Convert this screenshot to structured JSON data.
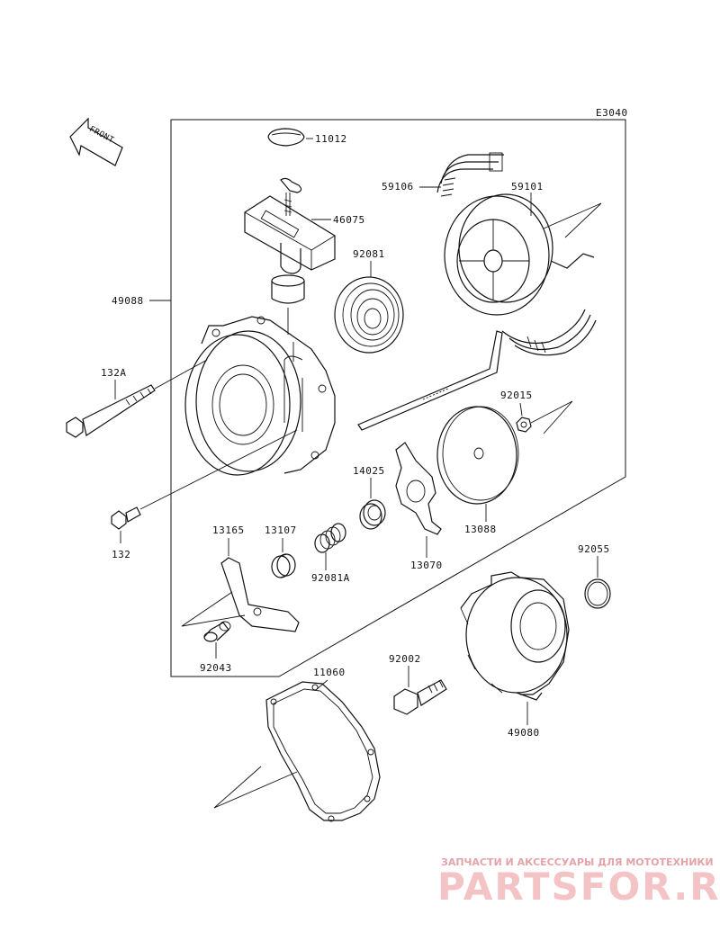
{
  "diagram_code": "E3040",
  "front_arrow_label": "FRONT",
  "parts": {
    "p11012": "11012",
    "p46075": "46075",
    "p59106": "59106",
    "p59101": "59101",
    "p92081": "92081",
    "p49088": "49088",
    "p132A": "132A",
    "p92015": "92015",
    "p14025": "14025",
    "p13088": "13088",
    "p132": "132",
    "p13165": "13165",
    "p13107": "13107",
    "p92081A": "92081A",
    "p13070": "13070",
    "p92055": "92055",
    "p92043": "92043",
    "p11060": "11060",
    "p92002": "92002",
    "p49080": "49080"
  },
  "watermark": {
    "tagline": "ЗАПЧАСТИ И АКСЕССУАРЫ ДЛЯ МОТОТЕХНИКИ",
    "brand": "PARTSFOR.RU"
  },
  "colors": {
    "line": "#111111",
    "watermark": "#f4c3c6"
  }
}
